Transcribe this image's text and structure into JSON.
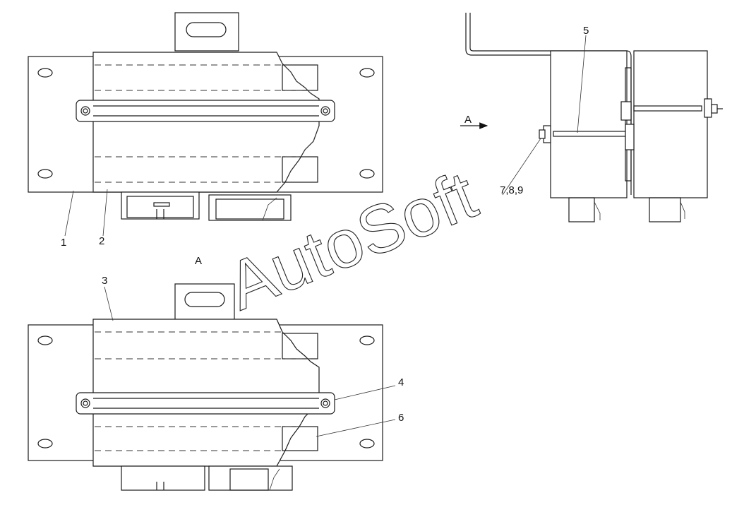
{
  "labels": {
    "l1": "1",
    "l2": "2",
    "l3": "3",
    "l4": "4",
    "l5": "5",
    "l6": "6",
    "l789": "7,8,9",
    "view_a_side": "A",
    "view_a_title": "A"
  },
  "watermark": "AutoSoft",
  "colors": {
    "line": "#1a1a1a",
    "background": "#ffffff"
  }
}
